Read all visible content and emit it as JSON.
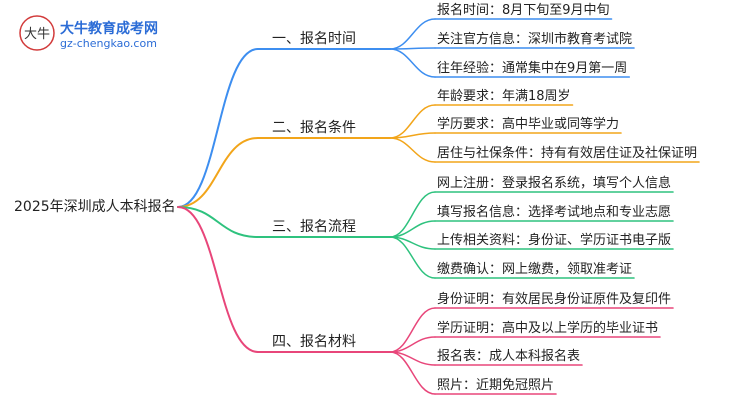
{
  "logo": {
    "brand": "大牛教育成考网",
    "url": "gz-chengkao.com",
    "mark_text": "大牛"
  },
  "root": "2025年深圳成人本科报名",
  "colors": {
    "blue": "#3d8ef0",
    "orange": "#f2a51a",
    "green": "#2ec27e",
    "pink": "#e8467a"
  },
  "branches": [
    {
      "label": "一、报名时间",
      "color": "#3d8ef0",
      "leaves": [
        "报名时间：8月下旬至9月中旬",
        "关注官方信息：深圳市教育考试院",
        "往年经验：通常集中在9月第一周"
      ]
    },
    {
      "label": "二、报名条件",
      "color": "#f2a51a",
      "leaves": [
        "年龄要求：年满18周岁",
        "学历要求：高中毕业或同等学力",
        "居住与社保条件：持有有效居住证及社保证明"
      ]
    },
    {
      "label": "三、报名流程",
      "color": "#2ec27e",
      "leaves": [
        "网上注册：登录报名系统，填写个人信息",
        "填写报名信息：选择考试地点和专业志愿",
        "上传相关资料：身份证、学历证书电子版",
        "缴费确认：网上缴费，领取准考证"
      ]
    },
    {
      "label": "四、报名材料",
      "color": "#e8467a",
      "leaves": [
        "身份证明：有效居民身份证原件及复印件",
        "学历证明：高中及以上学历的毕业证书",
        "报名表：成人本科报名表",
        "照片：近期免冠照片"
      ]
    }
  ]
}
